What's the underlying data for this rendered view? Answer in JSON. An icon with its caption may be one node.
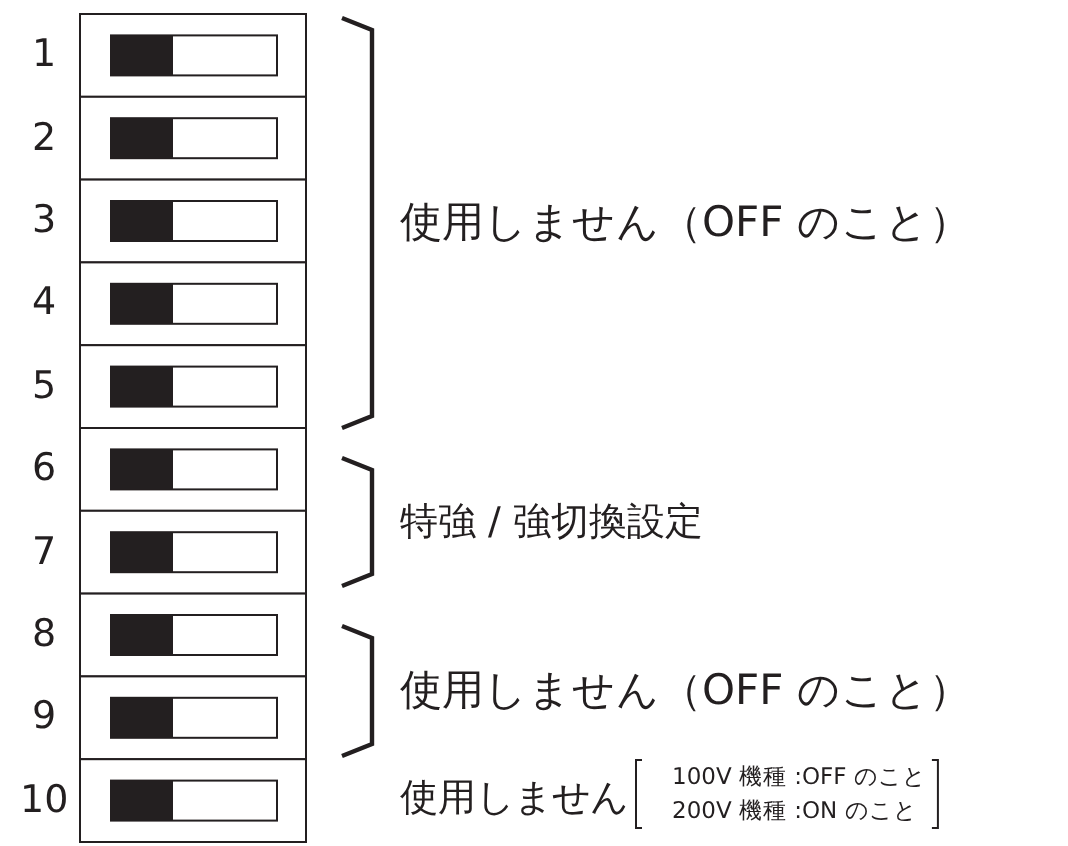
{
  "diagram": {
    "labels": [
      "1",
      "2",
      "3",
      "4",
      "5",
      "6",
      "7",
      "8",
      "9",
      "10",
      "使用しません（OFF のこと）",
      "特強 / 強切換設定",
      "使用しません（OFF のこと）",
      "使用しません",
      "100V 機種 :OFF のこと",
      "200V 機種 :ON のこと"
    ]
  }
}
